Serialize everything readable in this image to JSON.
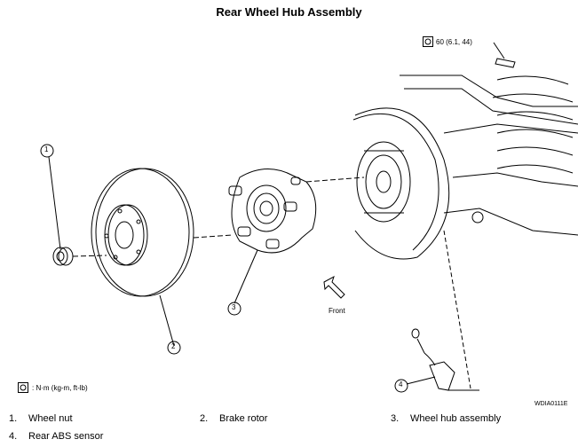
{
  "title": "Rear Wheel Hub Assembly",
  "torque_spec": "60 (6.1, 44)",
  "torque_units": ": N·m (kg-m, ft-lb)",
  "front_label": "Front",
  "figure_code": "WDIA0111E",
  "callouts": [
    "1",
    "2",
    "3",
    "4"
  ],
  "legend": [
    {
      "num": "1.",
      "label": "Wheel nut"
    },
    {
      "num": "2.",
      "label": "Brake rotor"
    },
    {
      "num": "3.",
      "label": "Wheel hub assembly"
    },
    {
      "num": "4.",
      "label": "Rear ABS sensor"
    }
  ]
}
